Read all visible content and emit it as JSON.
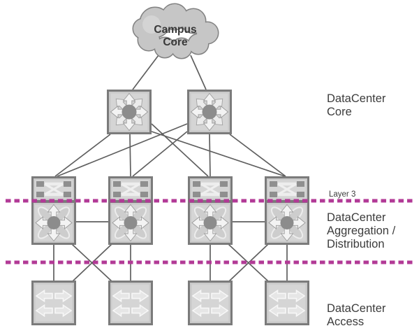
{
  "labels": {
    "cloud": {
      "line1": "Campus",
      "line2": "Core"
    },
    "datacenter_core": {
      "line1": "DataCenter",
      "line2": "Core"
    },
    "layer3": "Layer 3",
    "datacenter_aggregation": {
      "line1": "DataCenter",
      "line2": "Aggregation /",
      "line3": "Distribution"
    },
    "datacenter_access": {
      "line1": "DataCenter",
      "line2": "Access"
    }
  },
  "colors": {
    "accent_magenta": "#b23a96",
    "node_fill": "#c9c9c9",
    "node_border": "#7b7b7b",
    "icon_dark": "#8c8c8c",
    "link_line": "#5f5f5f",
    "label_text": "#3c3c3c",
    "background": "#ffffff"
  },
  "topology": {
    "cloud_count": 1,
    "core_switch_count": 2,
    "aggregation_switch_count": 4,
    "access_switch_count": 4,
    "layer3_boundary_lines": 2
  }
}
